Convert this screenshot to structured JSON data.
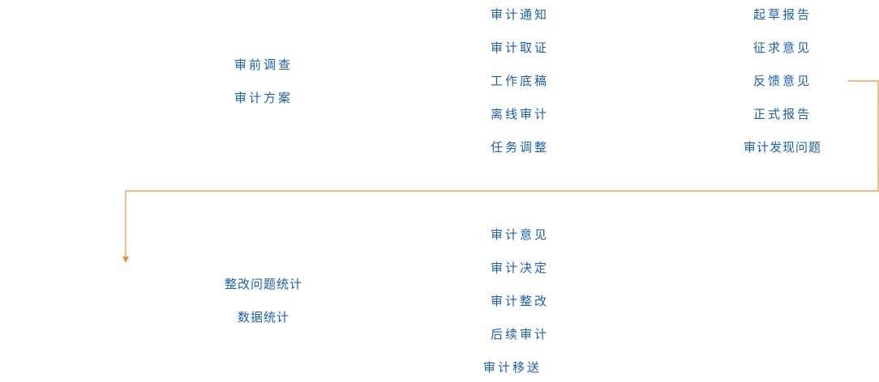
{
  "phase1": {
    "col1": [
      "审前调查",
      "审计方案"
    ],
    "col2": [
      "审计通知",
      "审计取证",
      "工作底稿",
      "离线审计",
      "任务调整"
    ],
    "col3": [
      "起草报告",
      "征求意见",
      "反馈意见",
      "正式报告",
      "审计发现问题"
    ]
  },
  "phase2": {
    "col1": [
      "整改问题统计",
      "数据统计"
    ],
    "col2": [
      "审计意见",
      "审计决定",
      "审计整改",
      "后续审计",
      "审计移送"
    ]
  },
  "colors": {
    "link_text": "#1a5fb4",
    "connector": "#f0923a"
  }
}
